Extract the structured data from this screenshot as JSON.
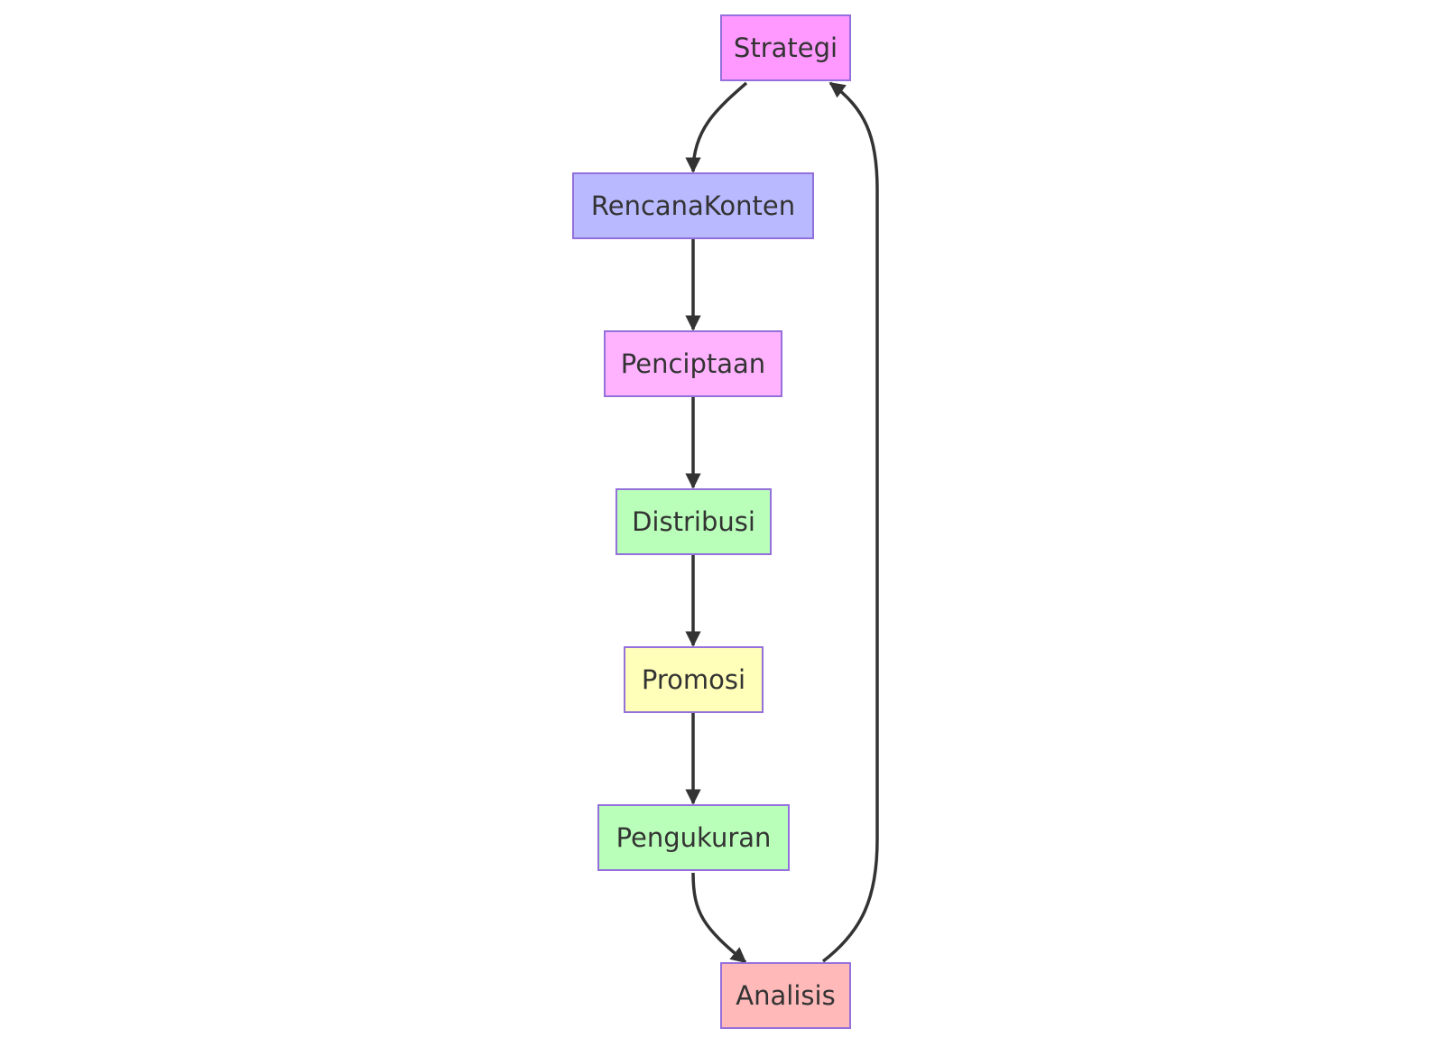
{
  "nodes": [
    {
      "id": "strategi",
      "label": "Strategi",
      "fill": "#ff99ff"
    },
    {
      "id": "rencanakonten",
      "label": "RencanaKonten",
      "fill": "#b9b9ff"
    },
    {
      "id": "penciptaan",
      "label": "Penciptaan",
      "fill": "#ffb3ff"
    },
    {
      "id": "distribusi",
      "label": "Distribusi",
      "fill": "#b9ffb9"
    },
    {
      "id": "promosi",
      "label": "Promosi",
      "fill": "#ffffb9"
    },
    {
      "id": "pengukuran",
      "label": "Pengukuran",
      "fill": "#b9ffb9"
    },
    {
      "id": "analisis",
      "label": "Analisis",
      "fill": "#ffb9b9"
    }
  ],
  "edges": [
    {
      "from": "strategi",
      "to": "rencanakonten"
    },
    {
      "from": "rencanakonten",
      "to": "penciptaan"
    },
    {
      "from": "penciptaan",
      "to": "distribusi"
    },
    {
      "from": "distribusi",
      "to": "promosi"
    },
    {
      "from": "promosi",
      "to": "pengukuran"
    },
    {
      "from": "pengukuran",
      "to": "analisis"
    },
    {
      "from": "analisis",
      "to": "strategi"
    }
  ],
  "colors": {
    "node_border": "#9370db",
    "edge": "#333333",
    "text": "#333333",
    "background": "#ffffff"
  }
}
